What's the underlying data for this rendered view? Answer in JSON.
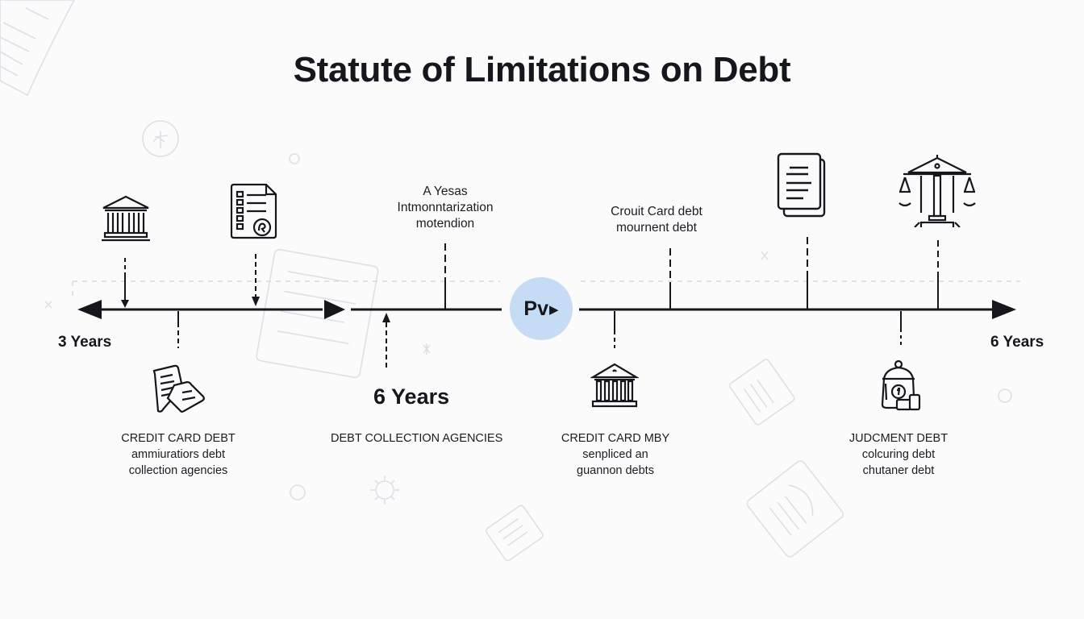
{
  "title": "Statute of Limitations on Debt",
  "timeline": {
    "start_label": "3 Years",
    "end_label": "6 Years",
    "center_badge": {
      "text": "Pv",
      "glyph": "▶",
      "color": "#c6dcf4"
    },
    "mid_marker_label": "6 Years",
    "line_color": "#15171d"
  },
  "top_callouts": [
    {
      "id": "center-top",
      "lines": [
        "A Yesas",
        "Intmonntarization",
        "motendion"
      ]
    },
    {
      "id": "right-top",
      "lines": [
        "Crouit Card debt",
        "mournent debt"
      ]
    }
  ],
  "bottom_callouts": [
    {
      "id": "credit-card-debt",
      "lines": [
        "CREDIT CARD DEBT",
        "ammiuratiors debt",
        "collection agencies"
      ]
    },
    {
      "id": "debt-collection",
      "lines": [
        "DEBT COLLECTION AGENCIES"
      ]
    },
    {
      "id": "credit-card-mby",
      "lines": [
        "CREDIT CARD MBY",
        "senpliced an",
        "guannon debts"
      ]
    },
    {
      "id": "judgment-debt",
      "lines": [
        "JUDCMENT DEBT",
        "colcuring debt",
        "chutaner debt"
      ]
    }
  ],
  "icons": {
    "top": [
      "courthouse-icon",
      "checklist-document-icon",
      "documents-stack-icon",
      "courthouse-scales-icon"
    ],
    "bottom": [
      "papers-icon",
      "bank-icon",
      "money-bag-icon"
    ]
  },
  "colors": {
    "background": "#fbfbfc",
    "text": "#15171d",
    "accent": "#c6dcf4",
    "faint": "#d9dce2"
  }
}
